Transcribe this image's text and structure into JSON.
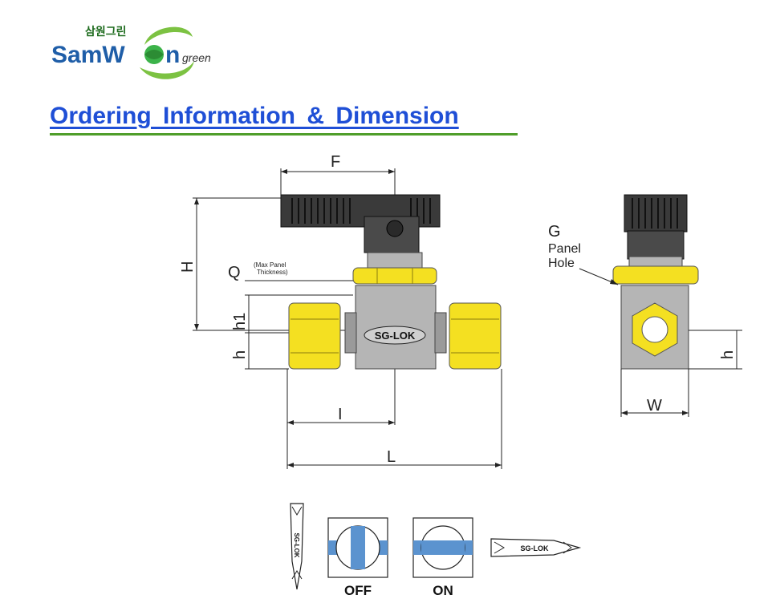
{
  "brand": {
    "korean_name": "삼원그린",
    "name_part1": "SamW",
    "name_part2": "n",
    "suffix": "green"
  },
  "title": "Ordering Information & Dimension",
  "main_view": {
    "dimension_labels": {
      "F": "F",
      "H": "H",
      "Q": "Q",
      "h1": "h1",
      "h": "h",
      "I": "I",
      "L": "L"
    },
    "q_note_line1": "(Max Panel",
    "q_note_line2": "Thickness)",
    "body_logo": "SG-LOK"
  },
  "side_view": {
    "G": "G",
    "panel_line1": "Panel",
    "panel_line2": "Hole",
    "h": "h",
    "W": "W"
  },
  "handle_guide": {
    "handle_logo": "SG-LOK",
    "off_label": "OFF",
    "on_label": "ON"
  },
  "colors": {
    "title_blue": "#1f4fd6",
    "underline_green": "#4f9e2a",
    "brass_yellow": "#f4e021",
    "steel_gray": "#b5b5b5",
    "handle_dark": "#3a3a3a",
    "flow_blue": "#5b93cf"
  }
}
